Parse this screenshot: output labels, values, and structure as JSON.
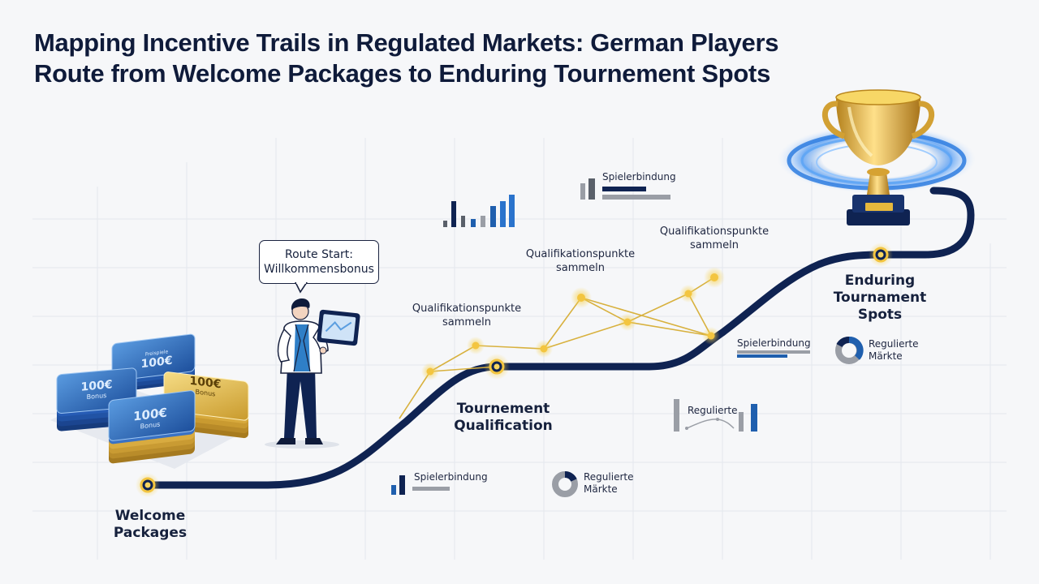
{
  "header": {
    "title_line1": "Mapping Incentive Trails in Regulated Markets: German Players",
    "title_line2": "Route from Welcome Packages to Enduring Tournement Spots"
  },
  "milestones": {
    "welcome_line1": "Welcome",
    "welcome_line2": "Packages",
    "qualification_line1": "Tournement",
    "qualification_line2": "Qualification",
    "enduring_line1": "Enduring",
    "enduring_line2": "Tournament Spots"
  },
  "bubble": {
    "line1": "Route Start:",
    "line2": "Willkommensbonus"
  },
  "annotations": {
    "qual_1_line1": "Qualifikationspunkte",
    "qual_1_line2": "sammeln",
    "qual_2_line1": "Qualifikationspunkte",
    "qual_2_line2": "sammeln",
    "qual_3_line1": "Qualifikationspunkte",
    "qual_3_line2": "sammeln"
  },
  "widgets": {
    "spielerbindung_top": "Spielerbindung",
    "spielerbindung_mid": "Spielerbindung",
    "spielerbindung_bottom": "Spielerbindung",
    "regulierte_mid_line1": "Regulierte",
    "regulierte_mid_line2": "Märkte",
    "regulierte_bottom_line1": "Regulierte",
    "regulierte_bottom_line2": "Märkte",
    "regulierte_chart": "Regulierte"
  },
  "cards": {
    "amount": "100€",
    "kind": "Bonus",
    "kind_alt": "Freispiele"
  },
  "colors": {
    "navy": "#0f2352",
    "gold": "#e8b92e",
    "blue": "#1f5fae",
    "grey": "#9a9ea6"
  }
}
